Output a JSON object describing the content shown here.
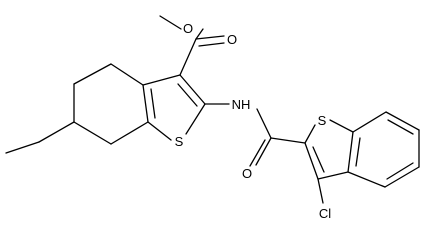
{
  "atom_labels": {
    "ester_carbonyl_oxygen": "O",
    "ester_ether_oxygen": "O",
    "amide_oxygen": "O",
    "amide_nitrogen": "NH",
    "thiophene_sulfur": "S",
    "benzothiophene_sulfur": "S",
    "chlorine": "Cl"
  }
}
